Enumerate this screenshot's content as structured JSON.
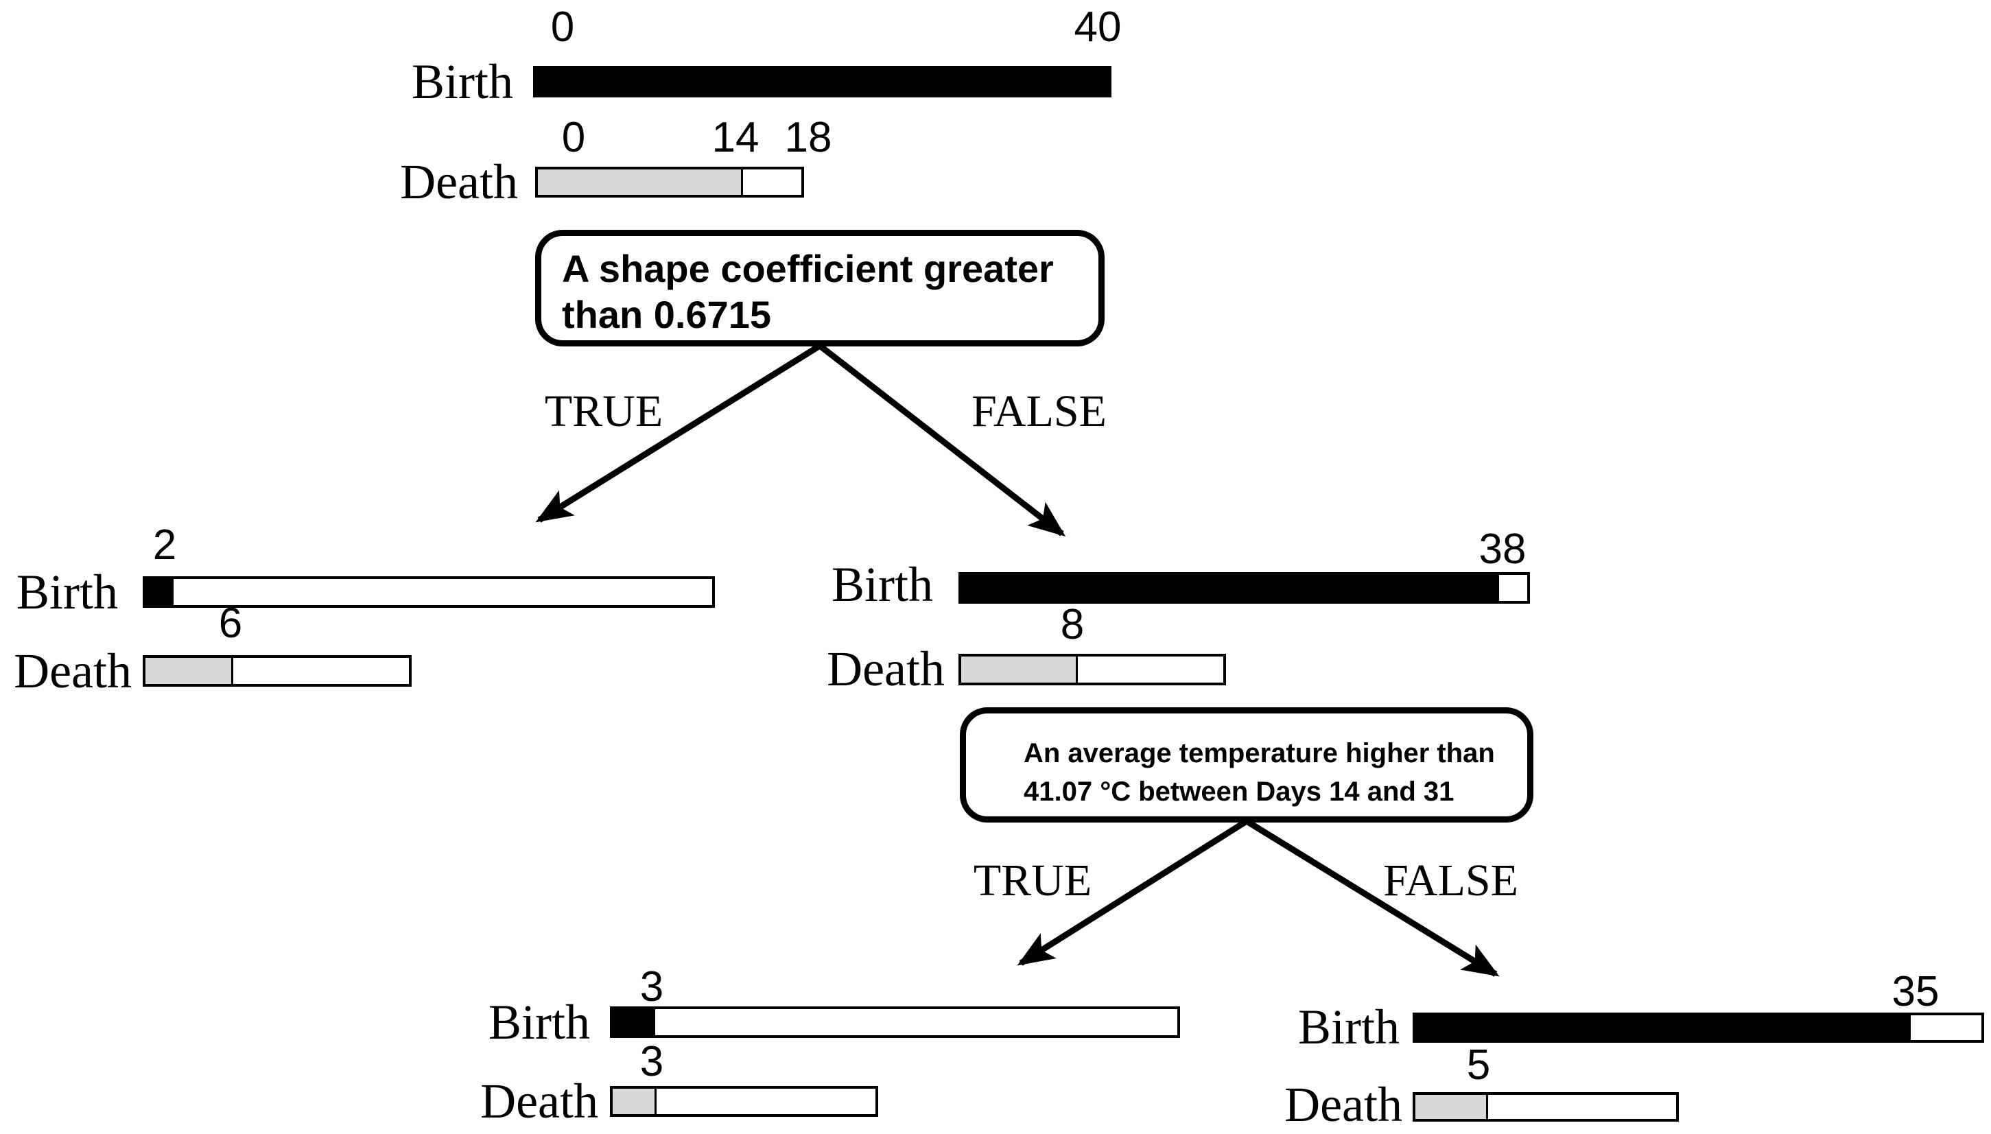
{
  "tree": {
    "colors": {
      "bar_fill_dark": "#000000",
      "bar_fill_gray": "#d8d8d8",
      "bar_fill_white": "#ffffff",
      "line_color": "#000000"
    },
    "axes": {
      "birth_scale_max": 40,
      "death_scale_max": 18
    },
    "root": {
      "birth": {
        "label": "Birth",
        "value": 40,
        "total": 40,
        "ticks": [
          "0",
          "40"
        ]
      },
      "death": {
        "label": "Death",
        "value": 14,
        "total": 18,
        "ticks": [
          "0",
          "14",
          "18"
        ]
      }
    },
    "split1": {
      "condition_line1": "A shape coefficient greater",
      "condition_line2": "than 0.6715",
      "true_label": "TRUE",
      "false_label": "FALSE"
    },
    "true_node": {
      "birth": {
        "label": "Birth",
        "value": 2,
        "total": 40,
        "ticks": [
          "2"
        ]
      },
      "death": {
        "label": "Death",
        "value": 6,
        "total": 18,
        "ticks": [
          "6"
        ]
      }
    },
    "false_node": {
      "birth": {
        "label": "Birth",
        "value": 38,
        "total": 40,
        "ticks": [
          "38"
        ]
      },
      "death": {
        "label": "Death",
        "value": 8,
        "total": 18,
        "ticks": [
          "8"
        ]
      }
    },
    "split2": {
      "condition_line1": "An average temperature higher than",
      "condition_line2": "41.07 °C between Days 14 and 31",
      "true_label": "TRUE",
      "false_label": "FALSE"
    },
    "true2_node": {
      "birth": {
        "label": "Birth",
        "value": 3,
        "total": 40,
        "ticks": [
          "3"
        ]
      },
      "death": {
        "label": "Death",
        "value": 3,
        "total": 18,
        "ticks": [
          "3"
        ]
      }
    },
    "false2_node": {
      "birth": {
        "label": "Birth",
        "value": 35,
        "total": 40,
        "ticks": [
          "35"
        ]
      },
      "death": {
        "label": "Death",
        "value": 5,
        "total": 18,
        "ticks": [
          "5"
        ]
      }
    }
  }
}
